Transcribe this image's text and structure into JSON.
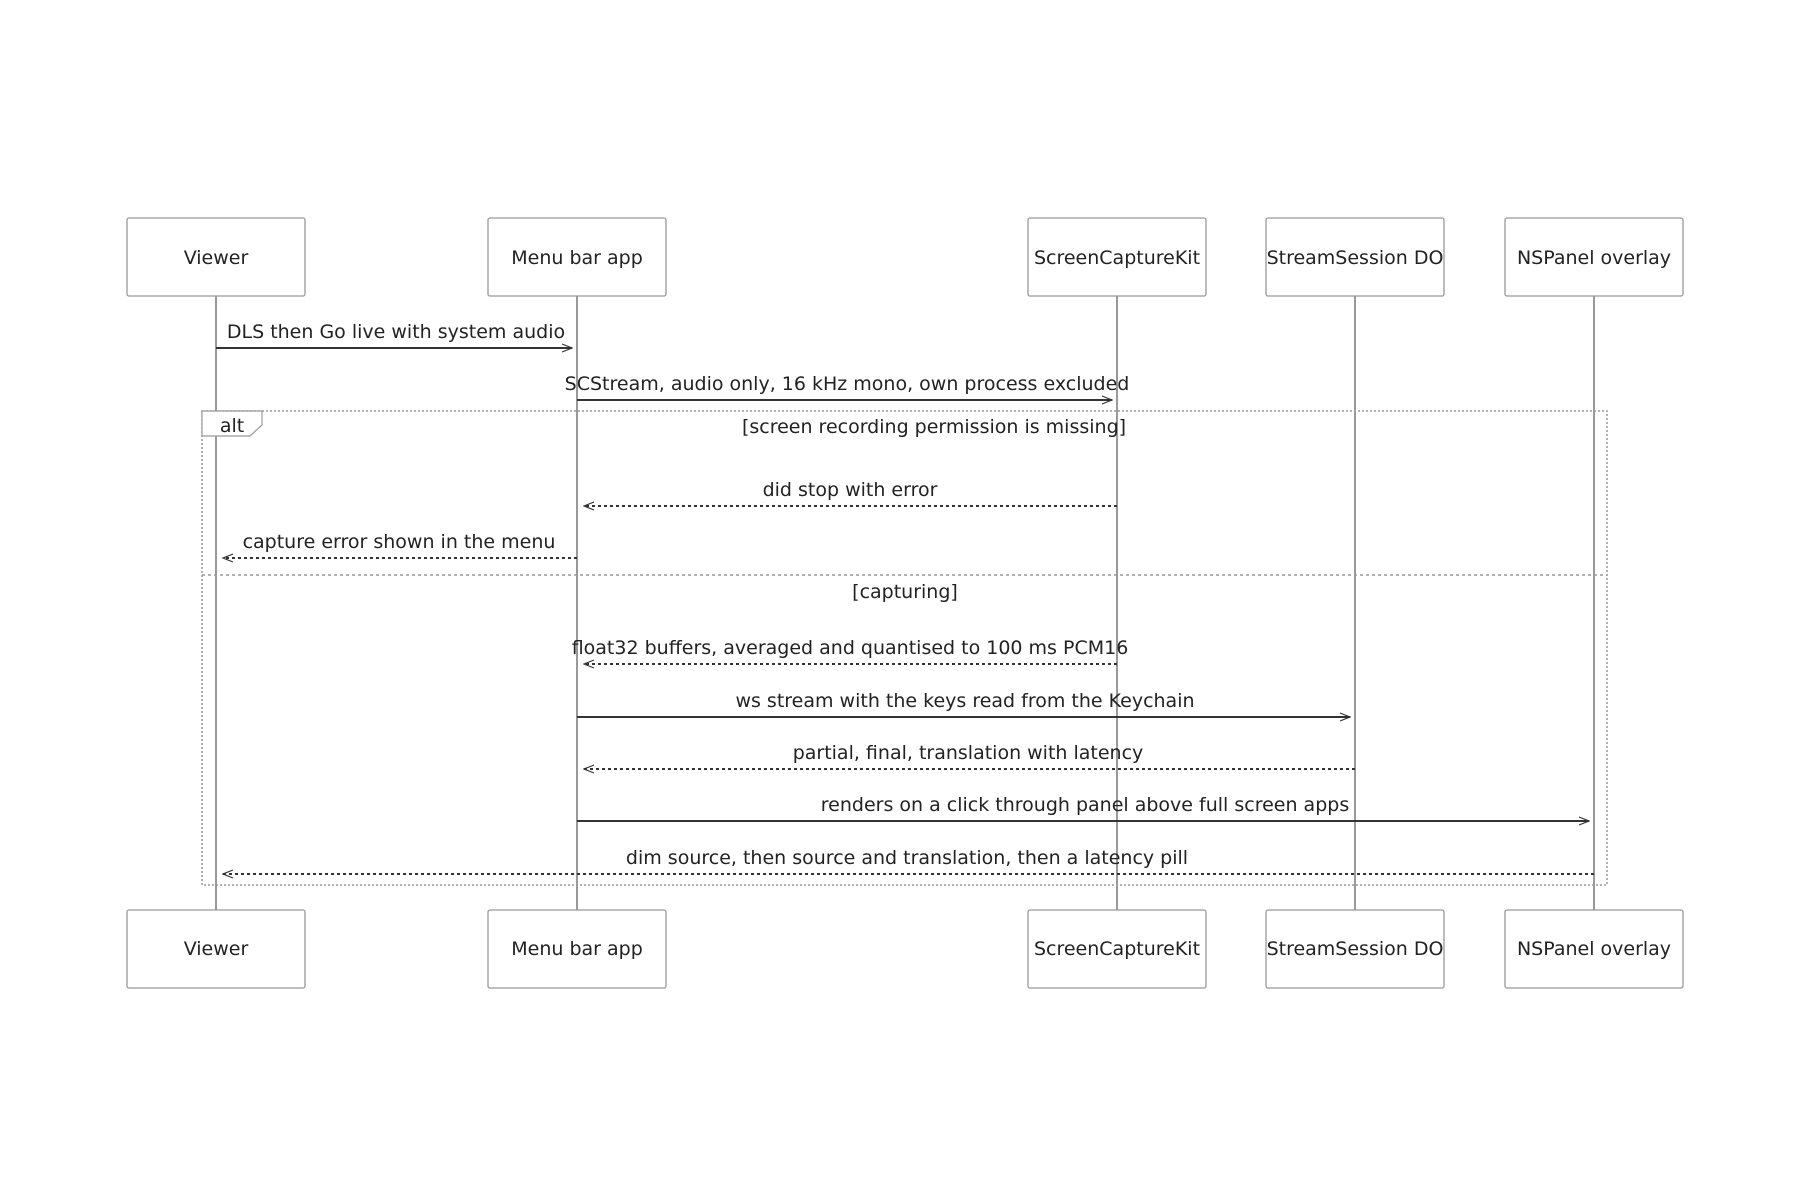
{
  "participants": [
    {
      "id": "viewer",
      "label": "Viewer"
    },
    {
      "id": "menubar",
      "label": "Menu bar app"
    },
    {
      "id": "sck",
      "label": "ScreenCaptureKit"
    },
    {
      "id": "session",
      "label": "StreamSession DO"
    },
    {
      "id": "overlay",
      "label": "NSPanel overlay"
    }
  ],
  "messages": [
    {
      "from": "viewer",
      "to": "menubar",
      "label": "DLS then Go live with system audio",
      "style": "solid"
    },
    {
      "from": "menubar",
      "to": "sck",
      "label": "SCStream, audio only, 16 kHz mono, own process excluded",
      "style": "solid"
    },
    {
      "from": "sck",
      "to": "menubar",
      "label": "did stop with error",
      "style": "dashed"
    },
    {
      "from": "menubar",
      "to": "viewer",
      "label": "capture error shown in the menu",
      "style": "dashed"
    },
    {
      "from": "sck",
      "to": "menubar",
      "label": "float32 buffers, averaged and quantised to 100 ms PCM16",
      "style": "dashed"
    },
    {
      "from": "menubar",
      "to": "session",
      "label": "ws stream with the keys read from the Keychain",
      "style": "solid"
    },
    {
      "from": "session",
      "to": "menubar",
      "label": "partial, final, translation with latency",
      "style": "dashed"
    },
    {
      "from": "menubar",
      "to": "overlay",
      "label": "renders on a click through panel above full screen apps",
      "style": "solid"
    },
    {
      "from": "overlay",
      "to": "viewer",
      "label": "dim source, then source and translation, then a latency pill",
      "style": "dashed"
    }
  ],
  "fragment": {
    "type": "alt",
    "sections": [
      {
        "condition": "[screen recording permission is missing]"
      },
      {
        "condition": "[capturing]"
      }
    ]
  },
  "colors": {
    "line": "#333333",
    "actor_border": "#999999",
    "lifeline": "#999999",
    "fragment_border": "#999999"
  }
}
